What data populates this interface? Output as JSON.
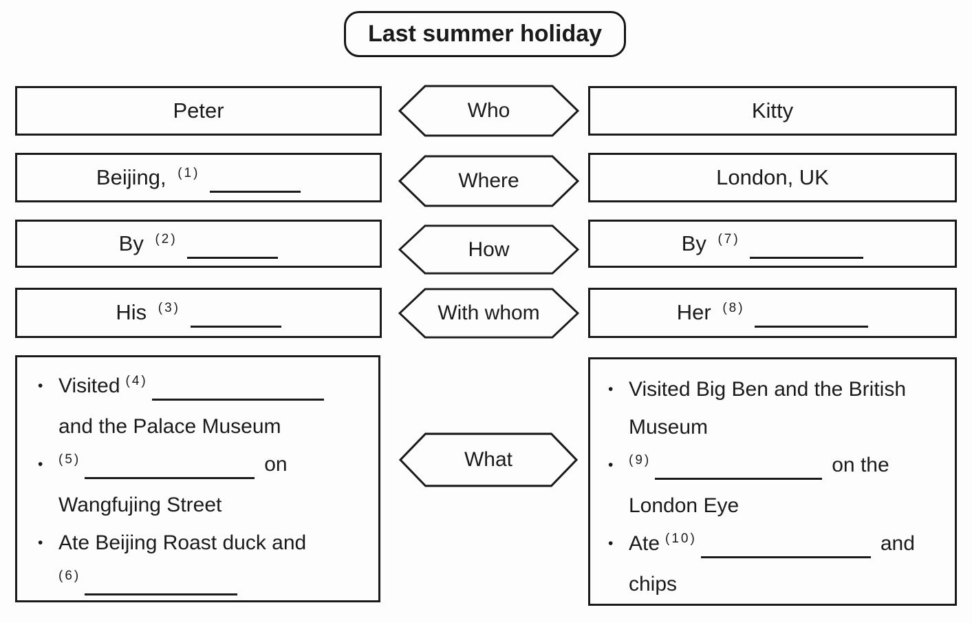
{
  "title": "Last summer holiday",
  "bullet": "•",
  "rows": {
    "who": {
      "label": "Who",
      "left": "Peter",
      "right": "Kitty"
    },
    "where": {
      "label": "Where",
      "left_text": "Beijing,",
      "left_num": "(1)",
      "right": "London, UK"
    },
    "how": {
      "label": "How",
      "left_text": "By",
      "left_num": "(2)",
      "right_text": "By",
      "right_num": "(7)"
    },
    "with_whom": {
      "label": "With whom",
      "left_text": "His",
      "left_num": "(3)",
      "right_text": "Her",
      "right_num": "(8)"
    },
    "what": {
      "label": "What",
      "left": {
        "item1_text": "Visited",
        "item1_num": "(4)",
        "item1_cont": "and the Palace Museum",
        "item2_num": "(5)",
        "item2_after": "on",
        "item2_cont": "Wangfujing Street",
        "item3_text": "Ate Beijing Roast duck and",
        "item3_num": "(6)"
      },
      "right": {
        "item1_text": "Visited Big Ben and the British",
        "item1_cont": "Museum",
        "item2_num": "(9)",
        "item2_after": "on the",
        "item2_cont": "London Eye",
        "item3_text": "Ate",
        "item3_num": "(10)",
        "item3_after": "and",
        "item3_cont": "chips"
      }
    }
  }
}
